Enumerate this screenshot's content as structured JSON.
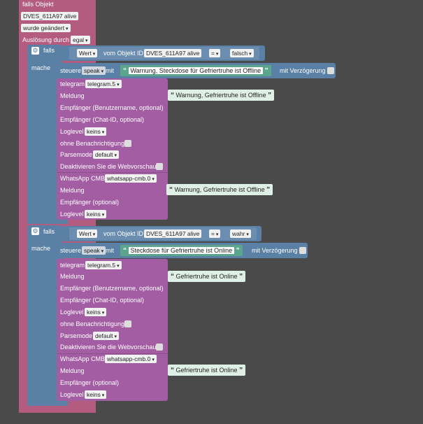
{
  "outer": {
    "falls_objekt": "falls Objekt",
    "object_id": "DVES_611A97 alive",
    "trigger": "wurde geändert",
    "ausloesung_label": "Auslösung durch",
    "ausloesung_value": "egal"
  },
  "if1": {
    "falls": "falls",
    "mache": "mache",
    "wert": "Wert",
    "vom_objekt": "vom Objekt ID",
    "object_id": "DVES_611A97 alive",
    "op": "=",
    "value": "falsch",
    "steuere": "steuere",
    "speak": "speak",
    "mit": "mit",
    "speak_text": "Warnung, Steckdose für Gefriertruhe ist Offline",
    "verzoegerung": "mit Verzögerung",
    "telegram": {
      "label": "telegram",
      "instance": "telegram.5",
      "meldung": "Meldung",
      "meldung_text": "Warnung, Gefriertruhe ist Offline",
      "empf_user": "Empfänger (Benutzername, optional)",
      "empf_chat": "Empfänger (Chat-ID, optional)",
      "loglevel": "Loglevel",
      "loglevel_value": "keins",
      "ohne_benachrichtigung": "ohne Benachrichtigung",
      "parsemode": "Parsemode",
      "parsemode_value": "default",
      "webvorschau": "Deaktivieren Sie die Webvorschau"
    },
    "whatsapp": {
      "label": "WhatsApp CMB",
      "instance": "whatsapp-cmb.0",
      "meldung": "Meldung",
      "meldung_text": "Warnung, Gefriertruhe ist Offline",
      "empf": "Empfänger (optional)",
      "loglevel": "Loglevel",
      "loglevel_value": "keins"
    }
  },
  "if2": {
    "falls": "falls",
    "mache": "mache",
    "wert": "Wert",
    "vom_objekt": "vom Objekt ID",
    "object_id": "DVES_611A97 alive",
    "op": "=",
    "value": "wahr",
    "steuere": "steuere",
    "speak": "speak",
    "mit": "mit",
    "speak_text": "Steckdose für Gefriertruhe ist Online",
    "verzoegerung": "mit Verzögerung",
    "telegram": {
      "label": "telegram",
      "instance": "telegram.5",
      "meldung": "Meldung",
      "meldung_text": "Gefriertruhe ist Online",
      "empf_user": "Empfänger (Benutzername, optional)",
      "empf_chat": "Empfänger (Chat-ID, optional)",
      "loglevel": "Loglevel",
      "loglevel_value": "keins",
      "ohne_benachrichtigung": "ohne Benachrichtigung",
      "parsemode": "Parsemode",
      "parsemode_value": "default",
      "webvorschau": "Deaktivieren Sie die Webvorschau"
    },
    "whatsapp": {
      "label": "WhatsApp CMB",
      "instance": "whatsapp-cmb.0",
      "meldung": "Meldung",
      "meldung_text": "Gefriertruhe ist Online",
      "empf": "Empfänger (optional)",
      "loglevel": "Loglevel",
      "loglevel_value": "keins"
    }
  },
  "colors": {
    "workspace": "#4a4a4a",
    "trigger_block": "#b35c80",
    "logic_block": "#5b80a5",
    "action_block": "#a35ea3",
    "text_block": "#5ba58c"
  }
}
